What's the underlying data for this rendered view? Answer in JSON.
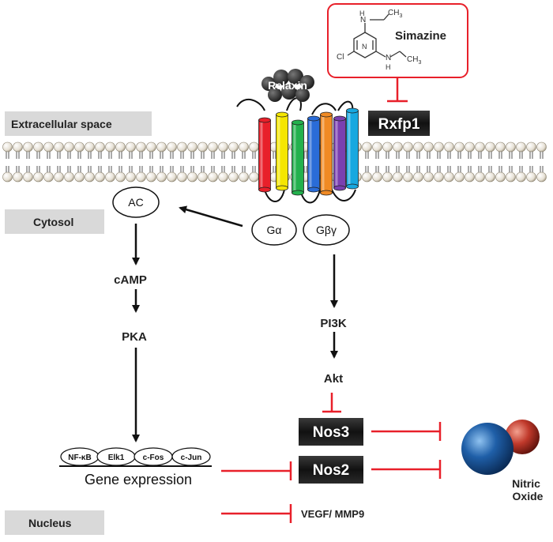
{
  "regions": {
    "extracellular": "Extracellular space",
    "cytosol": "Cytosol",
    "nucleus": "Nucleus"
  },
  "inhibitor": {
    "name": "Simazine",
    "atoms": {
      "n_top": "N",
      "h_top": "H",
      "ch3_top": "CH",
      "ch3_top_sub": "3",
      "cl": "Cl",
      "n_bottom": "N",
      "h_bottom": "H",
      "ch3_bottom": "CH",
      "ch3_bottom_sub": "3",
      "ring_n": "N"
    }
  },
  "ligand": "Relaxin",
  "receptor": "Rxfp1",
  "g_proteins": {
    "alpha": "Gα",
    "betagamma": "Gβγ"
  },
  "left_pathway": {
    "ac": "AC",
    "camp": "cAMP",
    "pka": "PKA"
  },
  "right_pathway": {
    "pi3k": "PI3K",
    "akt": "Akt"
  },
  "transcription_factors": [
    "NF-κB",
    "Elk1",
    "c-Fos",
    "c-Jun"
  ],
  "gene_expression": "Gene expression",
  "nos": {
    "nos3": "Nos3",
    "nos2": "Nos2"
  },
  "vegf": "VEGF/ MMP9",
  "no_label": {
    "line1": "Nitric",
    "line2": "Oxide"
  },
  "colors": {
    "inhibit": "#e8202a",
    "region_fill": "#d9d9d9",
    "dark_box": "#1a1a1a",
    "helix": [
      "#e8202a",
      "#f5e600",
      "#23b14d",
      "#2a6cd8",
      "#f08a24",
      "#7a3fb0",
      "#18a8e0"
    ],
    "no_nitrogen": "#1f5fa8",
    "no_oxygen": "#c0392b"
  }
}
